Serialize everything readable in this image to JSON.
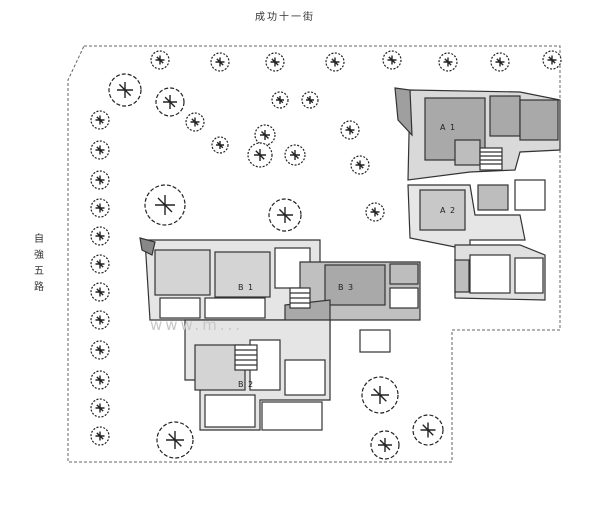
{
  "streets": {
    "top": "成功十一街",
    "left": "自強五路"
  },
  "units": {
    "a1": "A 1",
    "a2": "A 2",
    "b1": "B 1",
    "b2": "B 2",
    "b3": "B 3"
  },
  "watermark": "www.m...",
  "colors": {
    "room_gray": "#a9a9a9",
    "room_light": "#d4d4d4",
    "wall": "#333333",
    "boundary": "#555555"
  }
}
